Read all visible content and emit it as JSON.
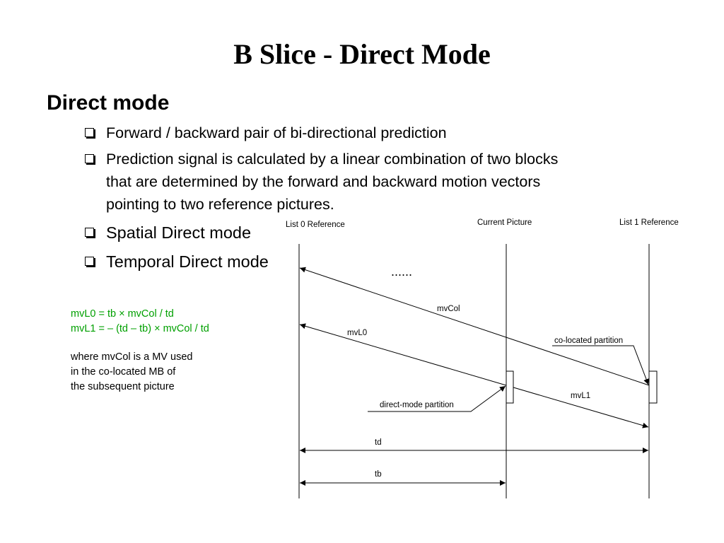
{
  "title": "B Slice - Direct Mode",
  "heading": "Direct mode",
  "bullets": [
    {
      "lines": [
        "Forward / backward pair of bi-directional prediction"
      ]
    },
    {
      "lines": [
        "Prediction signal is calculated by a linear combination of two blocks",
        "that are determined by the forward and backward motion vectors",
        "pointing to two reference pictures."
      ]
    },
    {
      "lines": [
        "Spatial Direct mode"
      ]
    },
    {
      "lines": [
        "Temporal Direct mode"
      ]
    }
  ],
  "formulas": {
    "mvl0": "mvL0 = tb × mvCol / td",
    "mvl1": "mvL1 = – (td – tb) × mvCol / td",
    "color": "#00a000"
  },
  "note": [
    "where mvCol is a MV used",
    "in the co-located MB of",
    "the subsequent picture"
  ],
  "diagram": {
    "pictures": {
      "list0": "List 0 Reference",
      "current": "Current Picture",
      "list1": "List 1 Reference"
    },
    "ellipsis": "......",
    "vectors": {
      "mvcol": "mvCol",
      "mvl0": "mvL0",
      "mvl1": "mvL1"
    },
    "partitions": {
      "colocated": "co-located partition",
      "direct": "direct-mode partition"
    },
    "distances": {
      "td": "td",
      "tb": "tb"
    }
  }
}
